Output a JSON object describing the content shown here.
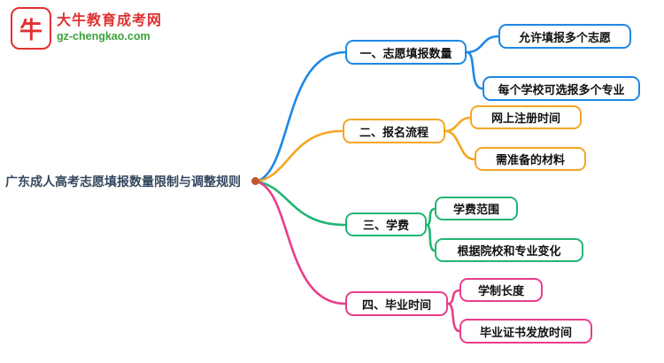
{
  "logo": {
    "title": "大牛教育成考网",
    "url": "gz-chengkao.com",
    "mark_glyph": "牛"
  },
  "root": {
    "label": "广东成人高考志愿填报数量限制与调整规则"
  },
  "branches": [
    {
      "label": "一、志愿填报数量",
      "color": "#1e88e5",
      "children": [
        "允许填报多个志愿",
        "每个学校可选报多个专业"
      ]
    },
    {
      "label": "二、报名流程",
      "color": "#f5a623",
      "children": [
        "网上注册时间",
        "需准备的材料"
      ]
    },
    {
      "label": "三、学费",
      "color": "#22b573",
      "children": [
        "学费范围",
        "根据院校和专业变化"
      ]
    },
    {
      "label": "四、毕业时间",
      "color": "#e83e8c",
      "children": [
        "学制长度",
        "毕业证书发放时间"
      ]
    }
  ],
  "colors": {
    "branch_blue": "#1e88e5",
    "branch_orange": "#f5a623",
    "branch_green": "#22b573",
    "branch_pink": "#e83e8c",
    "logo_red": "#e03131",
    "logo_green": "#3ba13b",
    "root_text": "#33475e"
  }
}
